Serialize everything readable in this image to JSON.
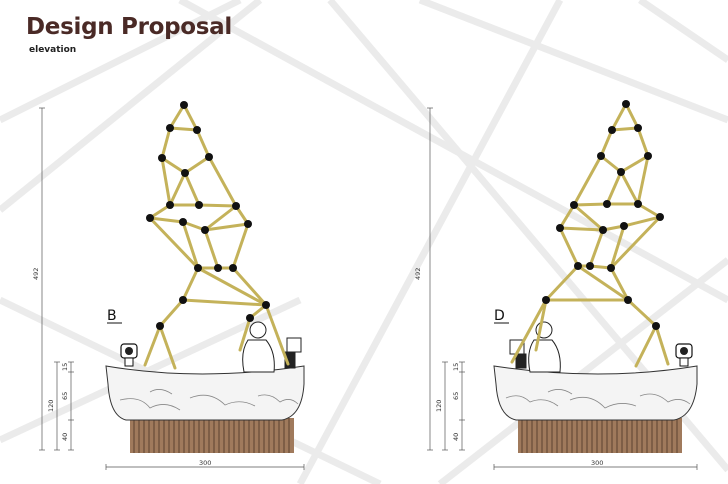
{
  "page": {
    "title": "Design Proposal",
    "subtitle": "elevation"
  },
  "elevations": [
    {
      "label": "B",
      "dims": {
        "total_height": "492",
        "height": "120",
        "upper": "15",
        "middle": "65",
        "lower": "40",
        "width": "300"
      }
    },
    {
      "label": "D",
      "dims": {
        "total_height": "492",
        "height": "120",
        "upper": "15",
        "middle": "65",
        "lower": "40",
        "width": "300"
      }
    }
  ],
  "colors": {
    "title": "#4a2a26",
    "rods": "#c4b25a",
    "joints": "#111111",
    "wood": "#a07a5c",
    "marble": "#f3f3f3",
    "bg_lines": "#ececec"
  }
}
